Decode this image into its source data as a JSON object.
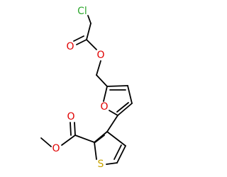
{
  "atoms": {
    "chlorine": {
      "symbol": "Cl",
      "color": "#2fa82f"
    },
    "ester_carbonyl_oxygen": {
      "symbol": "O",
      "color": "#e00000"
    },
    "ester_link_oxygen": {
      "symbol": "O",
      "color": "#e00000"
    },
    "furan_oxygen": {
      "symbol": "O",
      "color": "#e00000"
    },
    "methyl_ester_carbonyl_oxygen": {
      "symbol": "O",
      "color": "#e00000"
    },
    "methyl_ester_link_oxygen": {
      "symbol": "O",
      "color": "#e00000"
    },
    "thiophene_sulfur": {
      "symbol": "S",
      "color": "#c8a400"
    }
  },
  "colors": {
    "bond": "#000000",
    "background": "#ffffff"
  }
}
